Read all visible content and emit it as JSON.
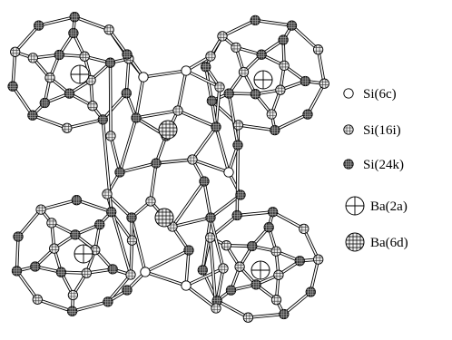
{
  "legend": {
    "items": [
      {
        "key": "si6c",
        "label": "Si(6c)",
        "icon": "open-circle-icon"
      },
      {
        "key": "si16i",
        "label": "Si(16i)",
        "icon": "crosshatched-circle-icon"
      },
      {
        "key": "si24k",
        "label": "Si(24k)",
        "icon": "dark-hatched-circle-icon"
      },
      {
        "key": "ba2a",
        "label": "Ba(2a)",
        "icon": "crossed-circle-icon"
      },
      {
        "key": "ba6d",
        "label": "Ba(6d)",
        "icon": "grid-circle-icon"
      }
    ]
  },
  "colors": {
    "background": "#ffffff",
    "ink": "#000000",
    "bond_fill": "#ffffff",
    "si16i_fill": "#d9d9d9",
    "si24k_fill": "#3a3a3a"
  }
}
